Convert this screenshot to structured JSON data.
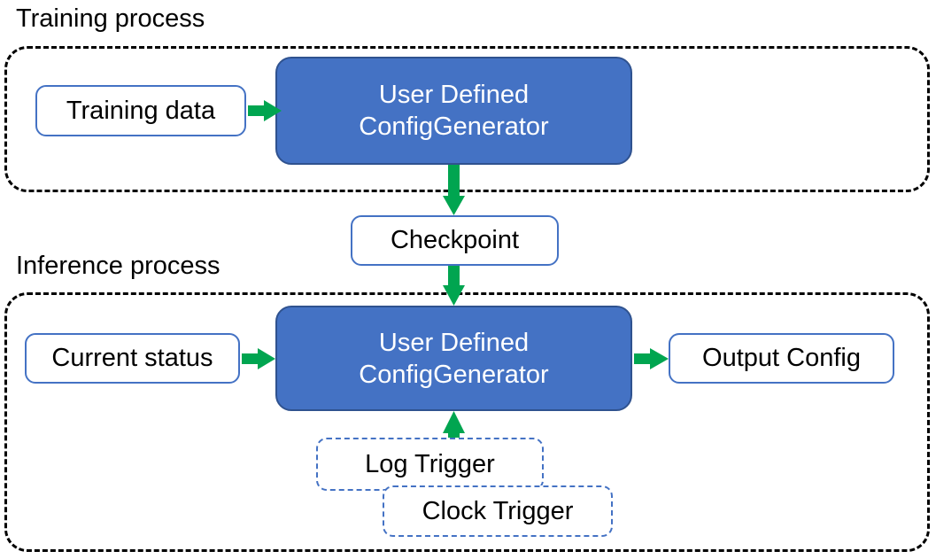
{
  "diagram": {
    "title_training": "Training process",
    "title_inference": "Inference process",
    "colors": {
      "primary_fill": "#4472C4",
      "primary_border": "#2F528F",
      "node_border": "#4472C4",
      "arrow": "#00A550",
      "group_border": "#000000",
      "text_dark": "#000000",
      "text_light": "#FFFFFF",
      "background": "#FFFFFF"
    },
    "training": {
      "input_node": "Training data",
      "processor_line1": "User Defined",
      "processor_line2": "ConfigGenerator"
    },
    "bridge": {
      "checkpoint_node": "Checkpoint"
    },
    "inference": {
      "input_node": "Current status",
      "processor_line1": "User Defined",
      "processor_line2": "ConfigGenerator",
      "output_node": "Output Config",
      "trigger_log": "Log Trigger",
      "trigger_clock": "Clock Trigger"
    }
  }
}
